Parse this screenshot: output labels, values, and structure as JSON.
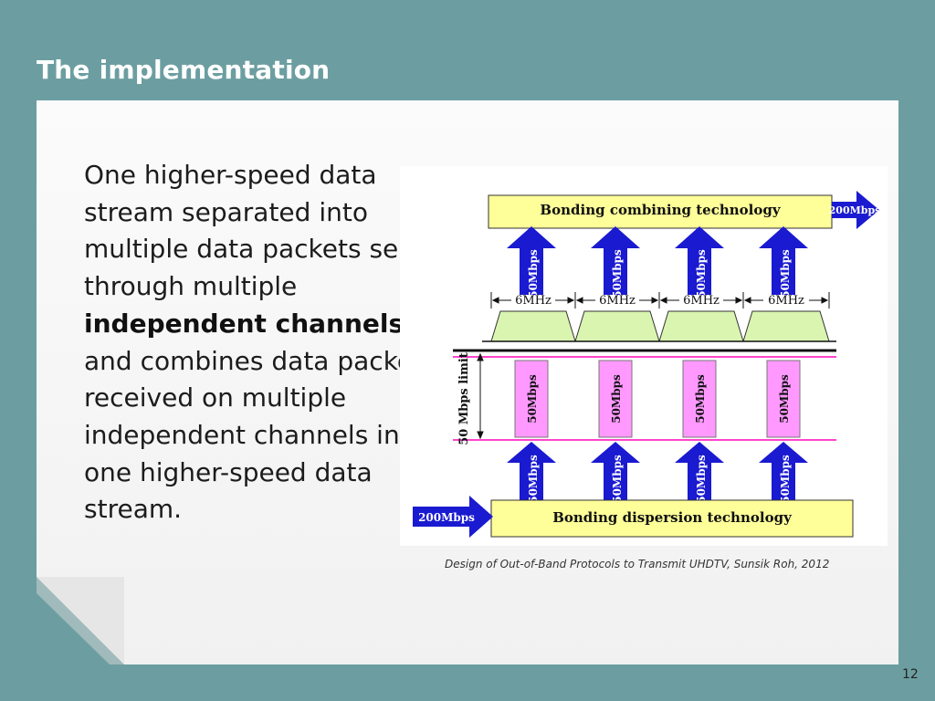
{
  "slide": {
    "title": "The implementation",
    "body_parts": {
      "before": "One higher-speed data stream separated into multiple data packets sent through multiple ",
      "bold": "independent channels",
      "after": ", and combines data packets received on multiple independent channels into one higher-speed data stream."
    },
    "caption": "Design of Out-of-Band Protocols to Transmit UHDTV, Sunsik Roh, 2012",
    "page_number": "12"
  },
  "diagram": {
    "top_bar_label": "Bonding combining technology",
    "bottom_bar_label": "Bonding dispersion technology",
    "output_rate": "200Mbps",
    "input_rate": "200Mbps",
    "channel_rate": "50Mbps",
    "channel_bandwidth": "6MHz",
    "limit_label": "50 Mbps limit",
    "colors": {
      "bar_fill": "#ffff99",
      "arrow_fill": "#1a1ad0",
      "packet_fill": "#ff99ff",
      "spectrum_fill": "#d9f5b0",
      "limit_line": "#ff44cc"
    }
  }
}
